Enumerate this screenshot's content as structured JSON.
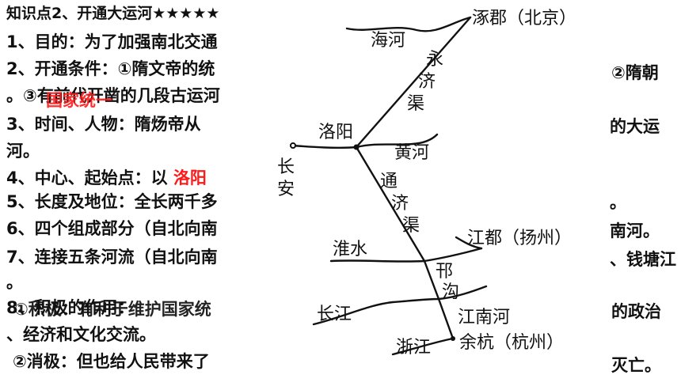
{
  "lines": {
    "title": "知识点2、开通大运河★★★★★",
    "l1": "1、目的：为了加强南北交通",
    "l2": "2、开通条件：①隋文帝的统",
    "l2_right": "②隋朝",
    "l2b_prefix": "。③",
    "l2b_overlap": "有前代开凿的几段古运河",
    "l2b_red_overlay": "国家统一",
    "l3": "3、时间、人物：隋炀帝从",
    "l3_right": "的大运",
    "l3b": "河。",
    "l4_prefix": "4、中心、起始点：以",
    "l4_red": "洛阳",
    "l5": "5、长度及地位：全长两千多",
    "l5_right": "。",
    "l6": "6、四个组成部分（自北向南",
    "l6_right": "南河。",
    "l7": "7、连接五条河流（自北向南",
    "l7_right": "、钱塘江",
    "l7b": "。",
    "l8_a": "8、积极的作用：",
    "l8_b": "①积极：有利于维护国家统",
    "l8_right": "的政治",
    "l8c": "、经济和文化交流。",
    "l9": "②消极：但也给人民带来了",
    "l9_right": "灭亡。"
  },
  "map": {
    "zhuo": "涿郡（北京）",
    "haihe": "海河",
    "yongji": [
      "永",
      "济",
      "渠"
    ],
    "luoyang": "洛阳",
    "huanghe": "黄河",
    "changan": [
      "长",
      "安"
    ],
    "tongji": [
      "通",
      "济",
      "渠"
    ],
    "huaishui": "淮水",
    "jiangdu": "江都（扬州）",
    "hangou": [
      "邗",
      "沟"
    ],
    "changjiang": "长江",
    "jiangnan": "江南河",
    "zhejiang": "浙江",
    "yuhang": "余杭（杭州）"
  }
}
